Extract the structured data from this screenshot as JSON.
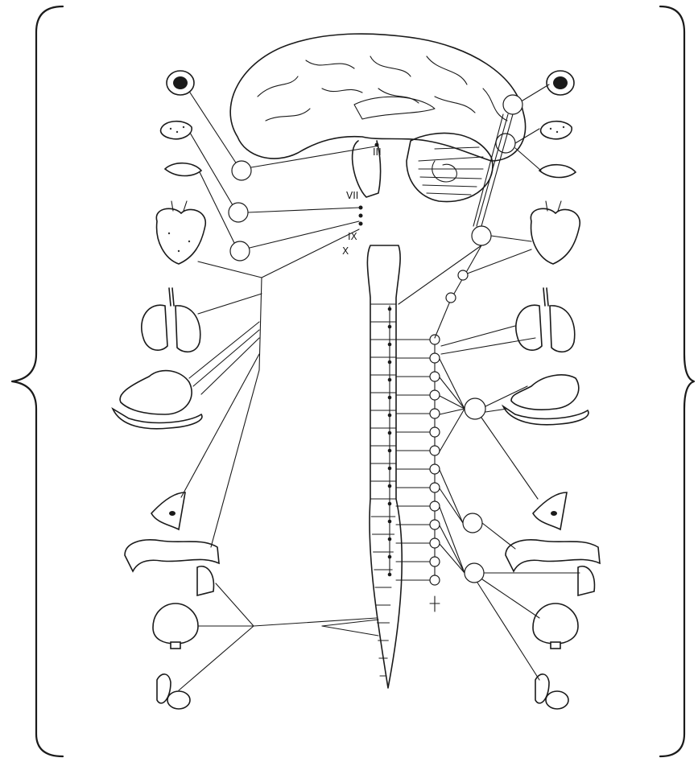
{
  "labels": {
    "cn3": "III",
    "cn7": "VII",
    "cn9": "IX",
    "cn10": "X"
  }
}
